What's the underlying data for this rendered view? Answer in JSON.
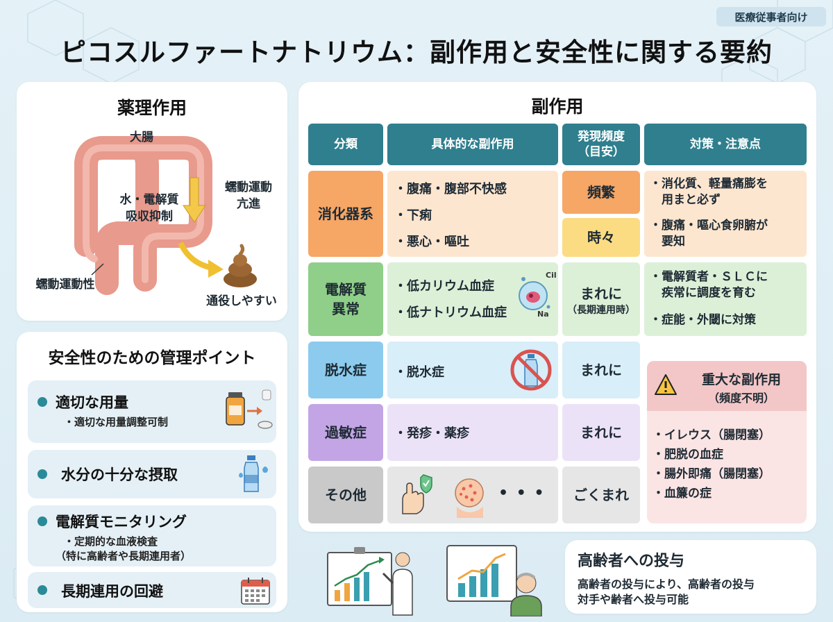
{
  "badge": "医療従事者向け",
  "title": "ピコスルファートナトリウム：副作用と安全性に関する要約",
  "pharmacology": {
    "title": "薬理作用",
    "labels": {
      "large_intestine": "大腸",
      "absorption_1": "水・電解質",
      "absorption_2": "吸収抑制",
      "peristalsis_1": "蠕動運動",
      "peristalsis_2": "亢進",
      "peristaltic": "蠕動運動性",
      "defecation": "通役しやすい"
    }
  },
  "safety": {
    "title": "安全性のための管理ポイント",
    "items": [
      {
        "name": "適切な用量",
        "desc": [
          "・適切な用量調整可制"
        ]
      },
      {
        "name": "水分の十分な摂取",
        "desc": []
      },
      {
        "name": "電解質モニタリング",
        "desc": [
          "・定期的な血液検査",
          "（特に高齢者や長期連用者）"
        ]
      },
      {
        "name": "長期連用の回避",
        "desc": []
      }
    ]
  },
  "side_effects": {
    "title": "副作用",
    "headers": [
      "分類",
      "具体的な副作用",
      "発現頻度",
      "（目安）",
      "対策・注意点"
    ],
    "rows": [
      {
        "category": "消化器系",
        "items": [
          "・腹痛・腹部不快感",
          "・下痢",
          "・悪心・嘔吐"
        ],
        "freq": [
          "頻繁",
          "時々"
        ],
        "measures": [
          "・消化質、軽量痛膨を",
          "　用まと必ず",
          "・腹痛・嘔心食卵腑が",
          "　要知"
        ]
      },
      {
        "category": [
          "電解質",
          "異常"
        ],
        "items": [
          "・低カリウム血症",
          "・低ナトリウム血症"
        ],
        "freq": [
          "まれに",
          "（長期連用時）"
        ],
        "measures": [
          "・電解質者・ＳＬＣに",
          "　疾常に調度を育む",
          "・症能・外閾に対策"
        ],
        "icon_labels": [
          "Cil",
          "Na"
        ]
      },
      {
        "category": "脱水症",
        "items": [
          "・脱水症"
        ],
        "freq": [
          "まれに"
        ]
      },
      {
        "category": "過敏症",
        "items": [
          "・発疹・薬疹"
        ],
        "freq": [
          "まれに"
        ]
      },
      {
        "category": "その他",
        "items": [],
        "freq": [
          "ごくまれ"
        ],
        "ellipsis": "• • •"
      }
    ],
    "colors": {
      "header": "#2f7f8e",
      "digestive": "#f6a665",
      "electrolyte": "#8fcf89",
      "dehydration": "#8ccbee",
      "allergy": "#c3a5e6",
      "other": "#c9c9c9"
    }
  },
  "serious": {
    "title": "重大な副作用",
    "subtitle": "（頻度不明）",
    "items": [
      "・イレウス（腸閉塞）",
      "・肥脱の血症",
      "・腸外即痛（腸閉塞）",
      "・血簾の症"
    ]
  },
  "elderly": {
    "title": "高齢者への投与",
    "lines": [
      "高齢者の投与により、高齢者の投与",
      "対手や齢者へ投与可能"
    ]
  }
}
